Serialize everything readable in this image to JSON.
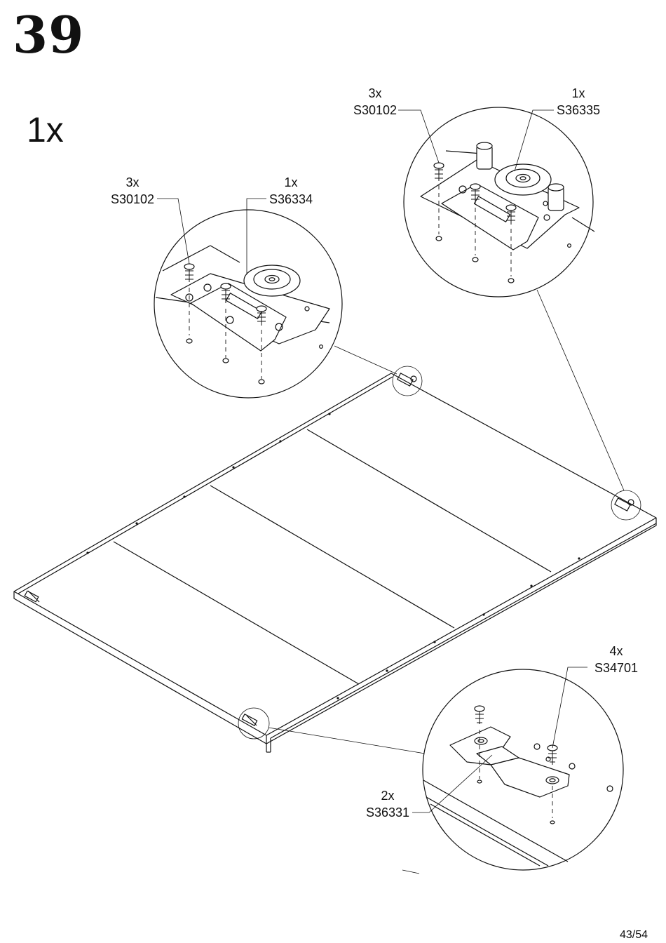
{
  "step_number": "39",
  "quantity": "1x",
  "callouts": [
    {
      "qty": "3x",
      "part": "S30102"
    },
    {
      "qty": "1x",
      "part": "S36334"
    },
    {
      "qty": "3x",
      "part": "S30102"
    },
    {
      "qty": "1x",
      "part": "S36335"
    },
    {
      "qty": "4x",
      "part": "S34701"
    },
    {
      "qty": "2x",
      "part": "S36331"
    }
  ],
  "page_number": "43/54"
}
